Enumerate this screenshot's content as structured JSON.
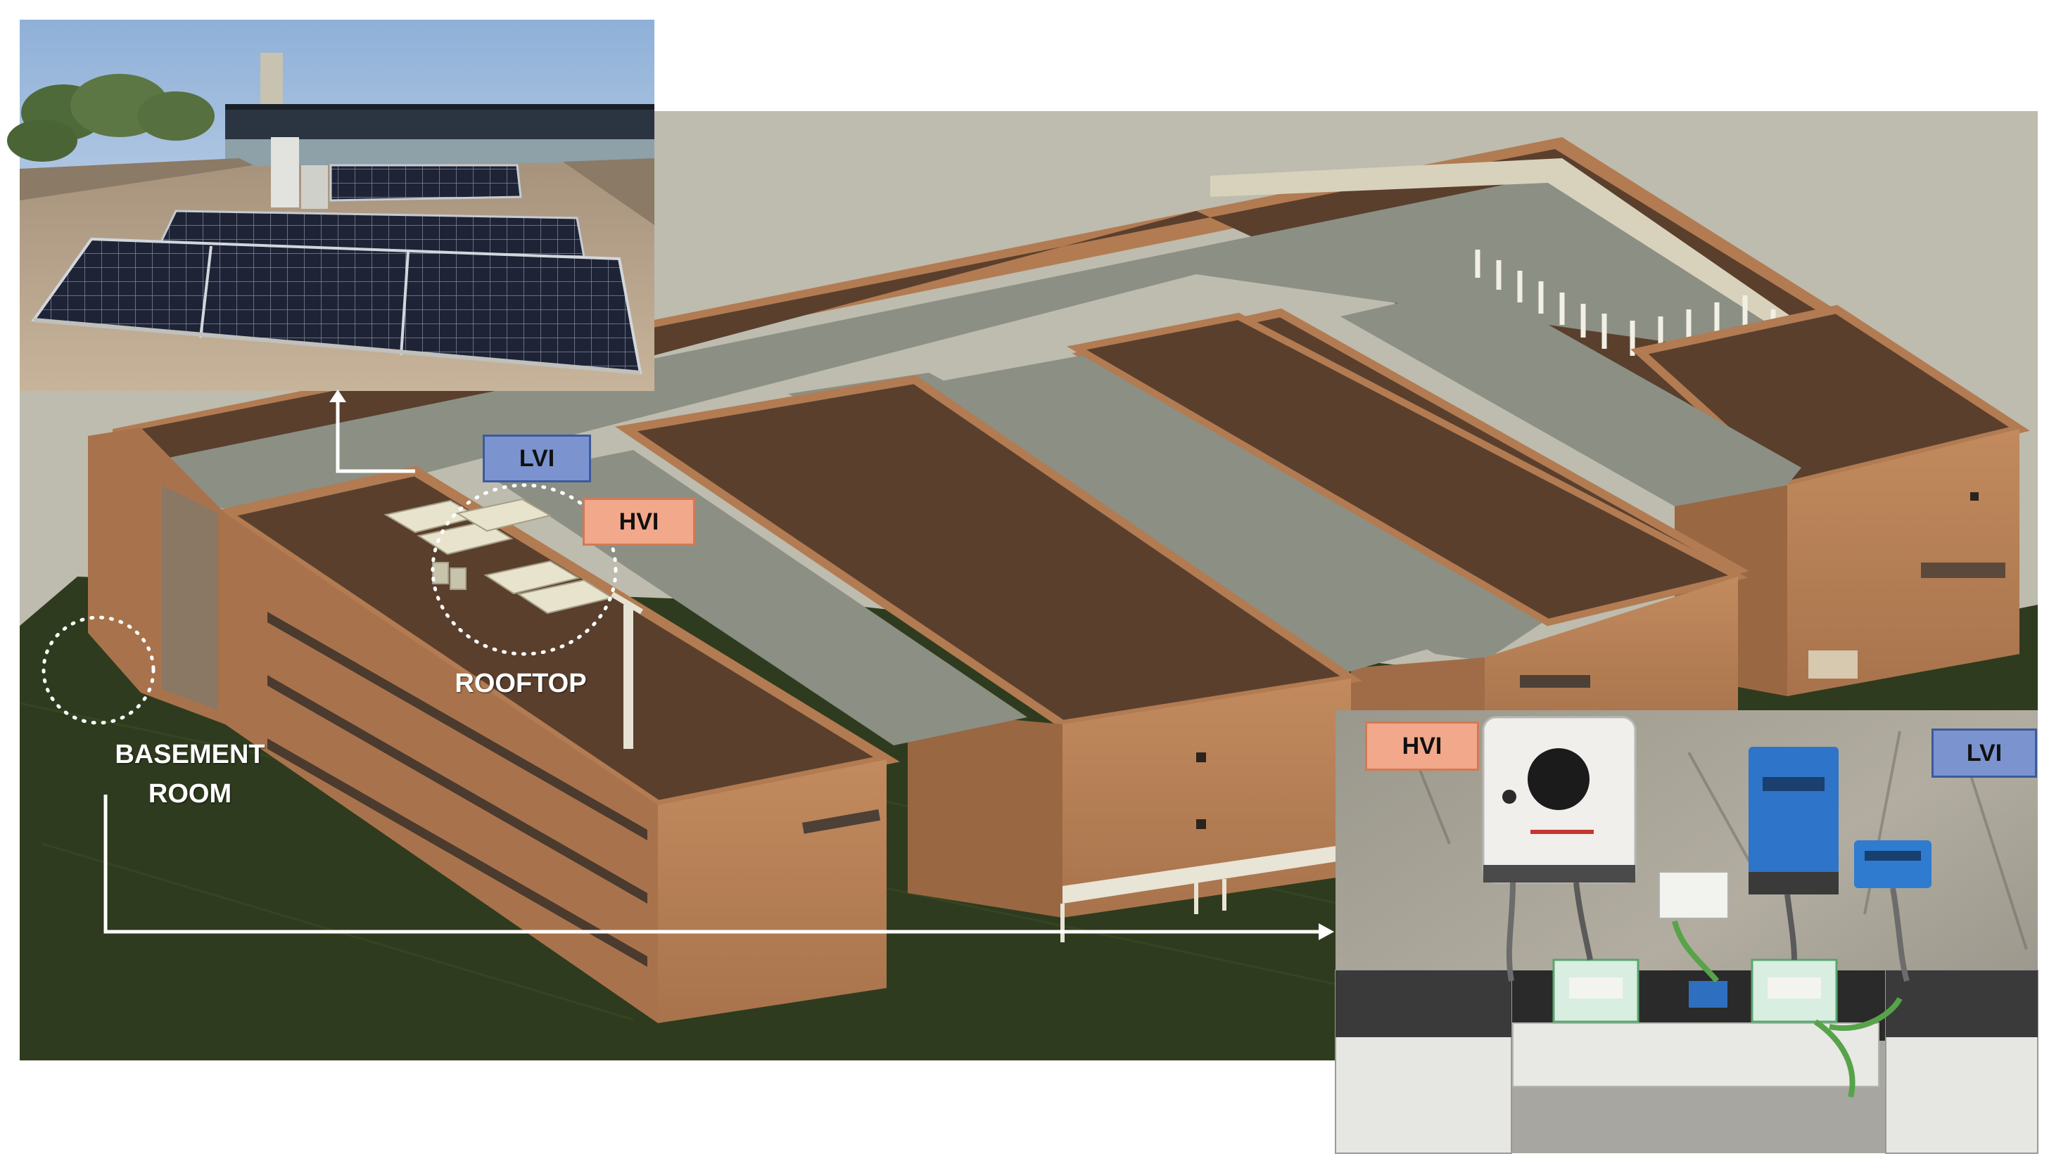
{
  "labels": {
    "lvi": "LVI",
    "hvi": "HVI",
    "rooftop": "ROOFTOP",
    "basement_line1": "BASEMENT",
    "basement_line2": "ROOM"
  },
  "colors": {
    "background": "#bdbcae",
    "ground": "#2f3b1e",
    "wall": "#b27b52",
    "roof_brown": "#5a3f2d",
    "roof_grey": "#8c8f84",
    "lvi_fill": "#7b94cf",
    "hvi_fill": "#f2a88a",
    "panel": "#1d2232",
    "arrow": "#ffffff"
  }
}
